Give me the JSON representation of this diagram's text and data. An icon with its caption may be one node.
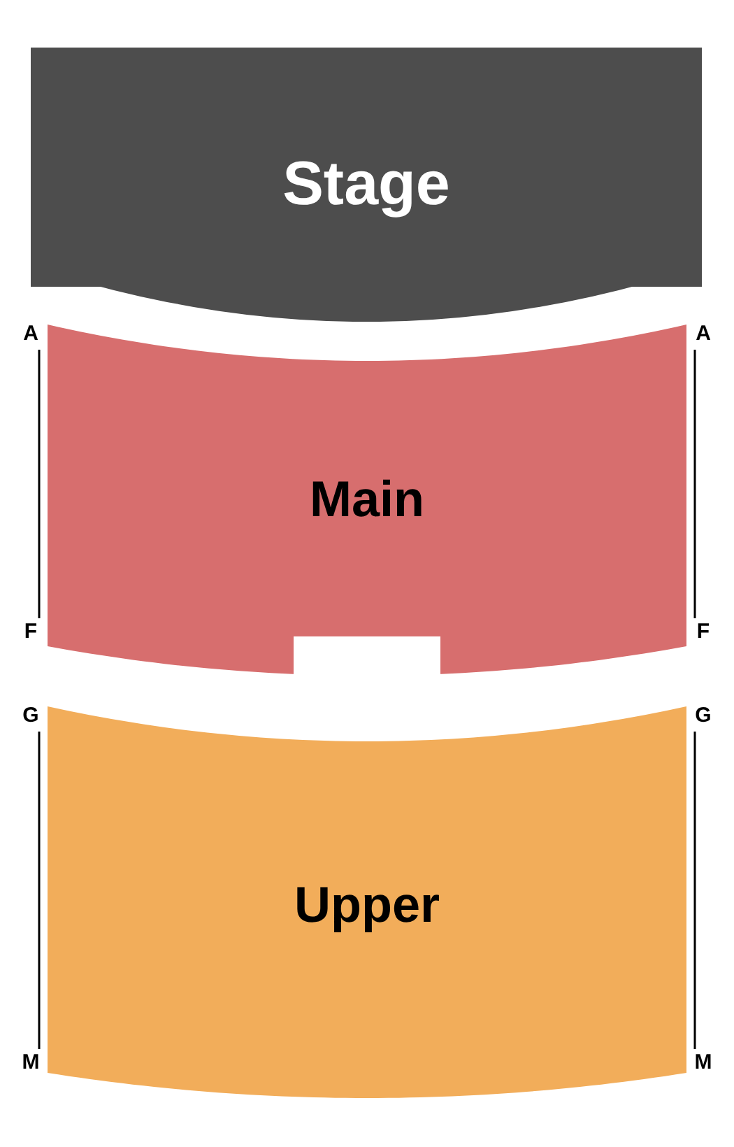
{
  "diagram": {
    "nodes": [
      {
        "text": [
          "Stage"
        ]
      },
      {
        "text": [
          "Main"
        ]
      },
      {
        "text": [
          "Upper"
        ]
      }
    ],
    "labels": [
      "A",
      "A",
      "F",
      "F",
      "G",
      "G",
      "M",
      "M"
    ]
  }
}
